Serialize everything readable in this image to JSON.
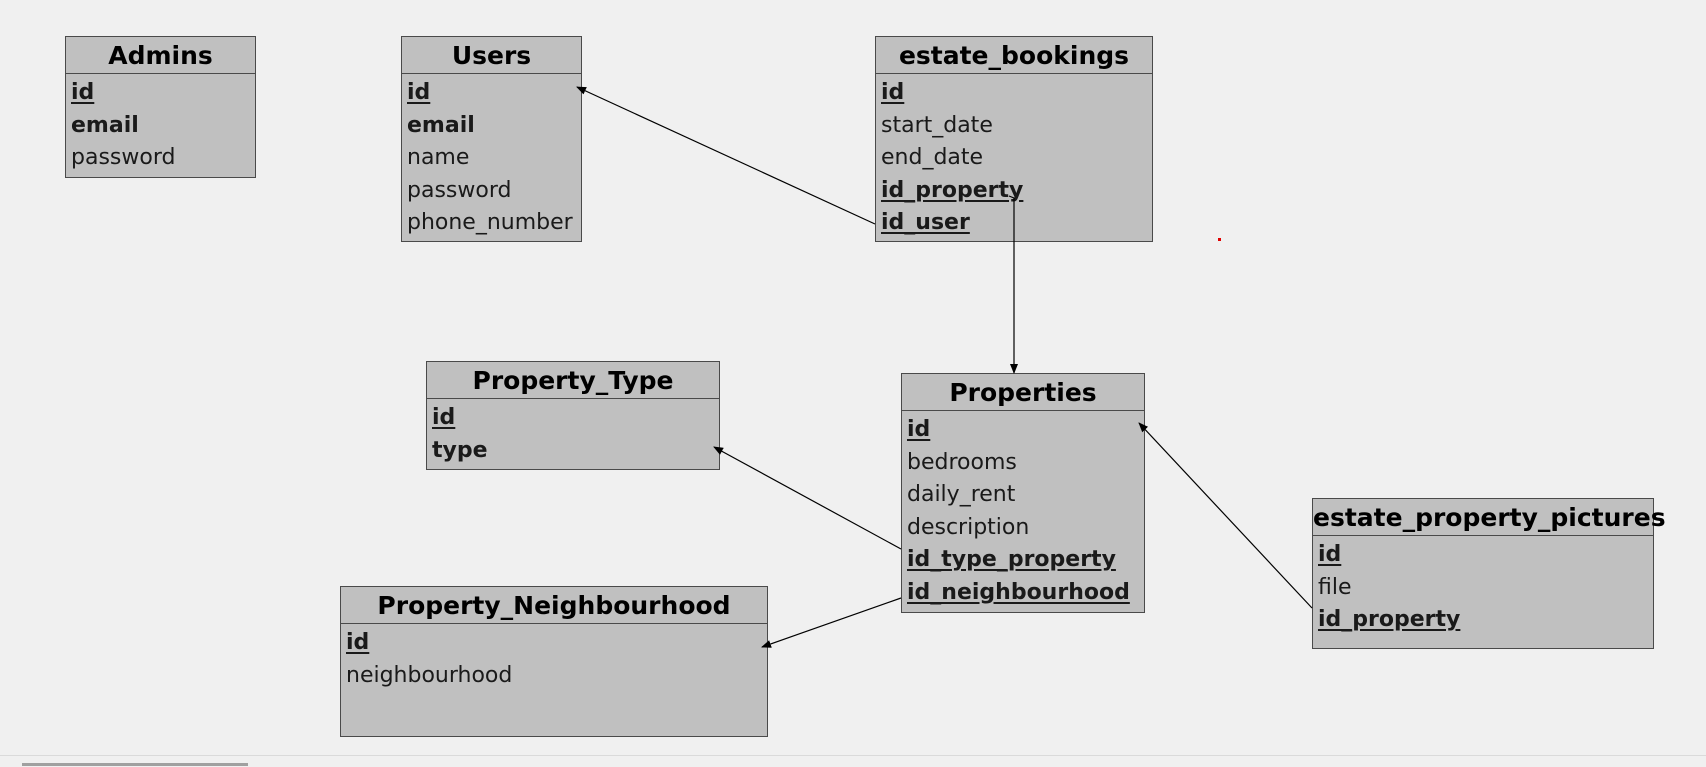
{
  "diagram": {
    "entities": [
      {
        "key": "admins",
        "title": "Admins",
        "fields": [
          {
            "label": "id",
            "bold": true,
            "underline": true
          },
          {
            "label": "email",
            "bold": true,
            "underline": false
          },
          {
            "label": "password",
            "bold": false,
            "underline": false
          }
        ]
      },
      {
        "key": "users",
        "title": "Users",
        "fields": [
          {
            "label": "id",
            "bold": true,
            "underline": true
          },
          {
            "label": "email",
            "bold": true,
            "underline": false
          },
          {
            "label": "name",
            "bold": false,
            "underline": false
          },
          {
            "label": "password",
            "bold": false,
            "underline": false
          },
          {
            "label": "phone_number",
            "bold": false,
            "underline": false
          }
        ]
      },
      {
        "key": "estate_bookings",
        "title": "estate_bookings",
        "fields": [
          {
            "label": "id",
            "bold": true,
            "underline": true
          },
          {
            "label": "start_date",
            "bold": false,
            "underline": false
          },
          {
            "label": "end_date",
            "bold": false,
            "underline": false
          },
          {
            "label": "id_property",
            "bold": true,
            "underline": true
          },
          {
            "label": "id_user",
            "bold": true,
            "underline": true
          }
        ]
      },
      {
        "key": "property_type",
        "title": "Property_Type",
        "fields": [
          {
            "label": "id",
            "bold": true,
            "underline": true
          },
          {
            "label": "type",
            "bold": true,
            "underline": false
          }
        ]
      },
      {
        "key": "properties",
        "title": "Properties",
        "fields": [
          {
            "label": "id",
            "bold": true,
            "underline": true
          },
          {
            "label": "bedrooms",
            "bold": false,
            "underline": false
          },
          {
            "label": "daily_rent",
            "bold": false,
            "underline": false
          },
          {
            "label": "description",
            "bold": false,
            "underline": false
          },
          {
            "label": "id_type_property",
            "bold": true,
            "underline": true
          },
          {
            "label": "id_neighbourhood",
            "bold": true,
            "underline": true
          }
        ]
      },
      {
        "key": "property_neighbourhood",
        "title": "Property_Neighbourhood",
        "fields": [
          {
            "label": "id",
            "bold": true,
            "underline": true
          },
          {
            "label": "neighbourhood",
            "bold": false,
            "underline": false
          }
        ]
      },
      {
        "key": "estate_property_pictures",
        "title": "estate_property_pictures",
        "fields": [
          {
            "label": "id",
            "bold": true,
            "underline": true
          },
          {
            "label": "file",
            "bold": false,
            "underline": false
          },
          {
            "label": "id_property",
            "bold": true,
            "underline": true
          }
        ]
      }
    ],
    "relationships": [
      {
        "from": "estate_bookings",
        "from_field": "id_user",
        "to": "users",
        "to_field": "id"
      },
      {
        "from": "estate_bookings",
        "from_field": "id_property",
        "to": "properties",
        "to_field": "id"
      },
      {
        "from": "properties",
        "from_field": "id_type_property",
        "to": "property_type",
        "to_field": "type"
      },
      {
        "from": "properties",
        "from_field": "id_neighbourhood",
        "to": "property_neighbourhood",
        "to_field": "id"
      },
      {
        "from": "estate_property_pictures",
        "from_field": "id_property",
        "to": "properties",
        "to_field": "id"
      }
    ],
    "colors": {
      "canvas": "#f0f0f0",
      "entity_fill": "#c0c0c0",
      "entity_border": "#4a4a4a",
      "connector": "#000000"
    }
  }
}
